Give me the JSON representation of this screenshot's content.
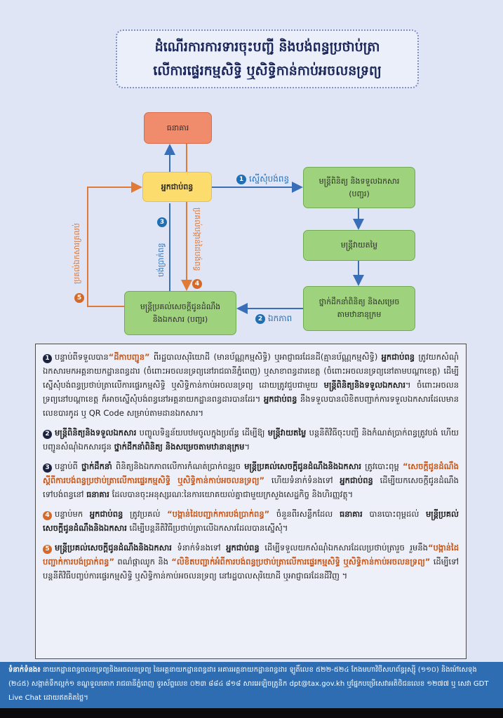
{
  "title": {
    "line1": "ដំណើរការការទារចុះបញ្ជី និងបង់ពន្ធប្រថាប់ត្រា",
    "line2": "លើការផ្ទេរកម្មសិទ្ធិ ឬសិទ្ធិកាន់កាប់អចលនទ្រព្យ"
  },
  "diagram": {
    "bank": "ធនាគារ",
    "taxpayer": "អ្នកជាប់ពន្ធ",
    "inspector": [
      "មន្ត្រីពិនិត្យ និងទទួលឯកសារ",
      "(បញ្ជរ)"
    ],
    "appraiser": "មន្ត្រីវាយតម្លៃ",
    "leader": [
      "ថ្នាក់ដឹកនាំពិនិត្យ និងសម្រេច",
      "តាមឋានានុក្រម"
    ],
    "notice_officer": [
      "មន្ត្រីប្រគល់សេចក្តីជូនដំណឹង",
      "និងឯកសារ (បញ្ជរ)"
    ],
    "steps": [
      {
        "num": "1",
        "label": "ស្នើសុំបង់ពន្ធ"
      },
      {
        "num": "2",
        "label": "ឯកភាព"
      },
      {
        "num": "3",
        "label": "បង់ប្រាក់ពន្ធ"
      },
      {
        "num": "4",
        "label": "ប្រគល់បង្កាន់ដៃបង់ពន្ធ"
      },
      {
        "num": "5",
        "label": "ប្រគល់ឯកសារត្រលប់"
      }
    ],
    "colors": {
      "blue": "#2a6fb3",
      "orange": "#d8702f",
      "green": "#9ed27c",
      "yellow": "#fddc6e",
      "red": "#f08c6c"
    }
  },
  "paragraphs": [
    {
      "num": "1",
      "color": "dark",
      "segments": [
        {
          "t": "n",
          "text": "បន្ទាប់ពីទទួលបាន"
        },
        {
          "t": "o",
          "text": "“ដីកាបញ្ជូន”"
        },
        {
          "t": "n",
          "text": " ពីរដ្ឋបាលសុរិយោដី (មានប័ណ្ណកម្មសិទ្ធិ) ឬអាជ្ញាធរដែនដី(គ្មានប័ណ្ណកម្មសិទ្ធិ) "
        },
        {
          "t": "b",
          "text": "អ្នកជាប់ពន្ធ"
        },
        {
          "t": "n",
          "text": " ត្រូវយកសំណុំឯកសារមកអគ្គនាយកដ្ឋានពន្ធដារ (ចំពោះអចលនទ្រព្យនៅរាជធានីភ្នំពេញ) ឬសាខាពន្ធដារខេត្ត (ចំពោះអចលនទ្រព្យនៅតាមបណ្តាខេត្ត) ដើម្បីស្នើសុំបង់ពន្ធប្រថាប់ត្រាលើការផ្ទេរកម្មសិទ្ធិ ឬសិទ្ធិកាន់កាប់អចលនទ្រព្យ ដោយត្រូវជួបជាមួយ "
        },
        {
          "t": "b",
          "text": "មន្ត្រីពិនិត្យនិងទទួលឯកសារ"
        },
        {
          "t": "n",
          "text": "។ ចំពោះអចលនទ្រព្យនៅបណ្តាខេត្ត ក៏អាចស្នើសុំបង់ពន្ធនៅអគ្គនាយកដ្ឋានពន្ធដារបានដែរ។ "
        },
        {
          "t": "b",
          "text": "អ្នកជាប់ពន្ធ"
        },
        {
          "t": "n",
          "text": " នឹងទទួលបានលិខិតបញ្ជាក់ការទទួលឯកសារដែលមានលេខបារកូដ ឬ QR Code សម្រាប់តាមដានឯកសារ។"
        }
      ]
    },
    {
      "num": "2",
      "color": "dark",
      "segments": [
        {
          "t": "b",
          "text": "មន្ត្រីពិនិត្យនិងទទួលឯកសារ"
        },
        {
          "t": "n",
          "text": " បញ្ចូលទិន្នន័យបឋមចូលក្នុងប្រព័ន្ធ ដើម្បីឱ្យ "
        },
        {
          "t": "b",
          "text": "មន្ត្រីវាយតម្លៃ"
        },
        {
          "t": "n",
          "text": " បន្តនីតិវិធីចុះបញ្ជី និងកំណត់ប្រាក់ពន្ធត្រូវបង់ ហើយបញ្ជូនសំណុំឯកសារជូន "
        },
        {
          "t": "b",
          "text": "ថ្នាក់ដឹកនាំពិនិត្យ និងសម្រេចតាមឋានានុក្រម"
        },
        {
          "t": "n",
          "text": "។"
        }
      ]
    },
    {
      "num": "3",
      "color": "dark",
      "segments": [
        {
          "t": "n",
          "text": "បន្ទាប់ពី "
        },
        {
          "t": "b",
          "text": "ថ្នាក់ដឹកនាំ"
        },
        {
          "t": "n",
          "text": " ពិនិត្យនិងឯកភាពលើការកំណត់ប្រាក់ពន្ធរួច "
        },
        {
          "t": "b",
          "text": "មន្ត្រីប្រគល់សេចក្តីជូនដំណឹងនិងឯកសារ"
        },
        {
          "t": "n",
          "text": " ត្រូវបោះពុម្ព "
        },
        {
          "t": "o",
          "text": "“សេចក្តីជូនដំណឹងស្តីពីការបង់ពន្ធប្រថាប់ត្រាលើការផ្ទេរកម្មសិទ្ធិ ឬសិទ្ធិកាន់កាប់អចលនទ្រព្យ”"
        },
        {
          "t": "n",
          "text": " ហើយទំនាក់ទំនងទៅ "
        },
        {
          "t": "b",
          "text": "អ្នកជាប់ពន្ធ"
        },
        {
          "t": "n",
          "text": " ដើម្បីយកសេចក្តីជូនដំណឹងទៅបង់ពន្ធនៅ "
        },
        {
          "t": "b",
          "text": "ធនាគារ"
        },
        {
          "t": "n",
          "text": " ដែលបានចុះអនុស្សរណៈនៃការយោគយល់គ្នាជាមួយក្រសួងសេដ្ឋកិច្ច និងហិរញ្ញវត្ថុ។"
        }
      ]
    },
    {
      "num": "4",
      "color": "orange",
      "segments": [
        {
          "t": "n",
          "text": "បន្ទាប់មក "
        },
        {
          "t": "b",
          "text": "អ្នកជាប់ពន្ធ"
        },
        {
          "t": "n",
          "text": " ត្រូវប្រគល់ "
        },
        {
          "t": "o",
          "text": "“បង្កាន់ដៃបញ្ជាក់ការបង់ប្រាក់ពន្ធ”"
        },
        {
          "t": "n",
          "text": " ចំនួនពីរសន្លឹកដែល "
        },
        {
          "t": "b",
          "text": "ធនាគារ"
        },
        {
          "t": "n",
          "text": " បានបោះពុម្ពដល់ "
        },
        {
          "t": "b",
          "text": "មន្ត្រីប្រគល់សេចក្តីជូនដំណឹងនិងឯកសារ"
        },
        {
          "t": "n",
          "text": " ដើម្បីបន្តនីតិវិធីប្រថាប់ត្រាលើឯកសារដែលបានស្នើសុំ។"
        }
      ]
    },
    {
      "num": "5",
      "color": "orange",
      "segments": [
        {
          "t": "b",
          "text": "មន្ត្រីប្រគល់សេចក្តីជូនដំណឹងនិងឯកសារ"
        },
        {
          "t": "n",
          "text": " ទំនាក់ទំនងទៅ "
        },
        {
          "t": "b",
          "text": "អ្នកជាប់ពន្ធ"
        },
        {
          "t": "n",
          "text": " ដើម្បីទទួលយកសំណុំឯកសារដែលប្រថាប់ត្រារួច រួមនឹង"
        },
        {
          "t": "o",
          "text": "“បង្កាន់ដៃបញ្ជាក់ការបង់ប្រាក់ពន្ធ”"
        },
        {
          "t": "n",
          "text": " ពណ៌ផ្កាឈូក និង "
        },
        {
          "t": "o",
          "text": "“លិខិតបញ្ជាក់អំពីការបង់ពន្ធប្រថាប់ត្រាលើការផ្ទេរកម្មសិទ្ធិ ឬសិទ្ធិកាន់កាប់អចលនទ្រព្យ”"
        },
        {
          "t": "n",
          "text": " ដើម្បីទៅបន្តនីតិវិធីបញ្ចប់ការផ្ទេរកម្មសិទ្ធិ ឬសិទ្ធិកាន់កាប់អចលនទ្រព្យ នៅរដ្ឋបាលសុរិយោដី ឬអាជ្ញាធរដែនដីវិញ ។"
        }
      ]
    }
  ],
  "footer": {
    "label": "ទំនាក់ទំនង៖",
    "text": " នាយកដ្ឋានពន្ធចលនទ្រព្យនិងអចលនទ្រព្យ នៃអគ្គនាយកដ្ឋានពន្ធដារ អគារអគ្គនាយកដ្ឋានពន្ធដារ ឡូតិ៍លេខ ៥២២-៥២៤ កែងមហាវិថីសហព័ន្ធរុស្ស៊ី (១១០) និងម៉ៅសេទុង (២៤៥) សង្កាត់ទឹកល្អក់១ ខណ្ឌទួលគោក រាជធានីភ្នំពេញ ទូរស័ព្ទលេខ ០២៣ ៨៨៤ ៨១៨ សារអេឡិចត្រូនិក dpt@tax.gov.kh ឬផ្នែកបម្រើសេវាអតិថិជនលេខ ១២៧៧ ឬ សេវា GDT Live Chat ដោយឥតគិតថ្លៃ។"
  }
}
